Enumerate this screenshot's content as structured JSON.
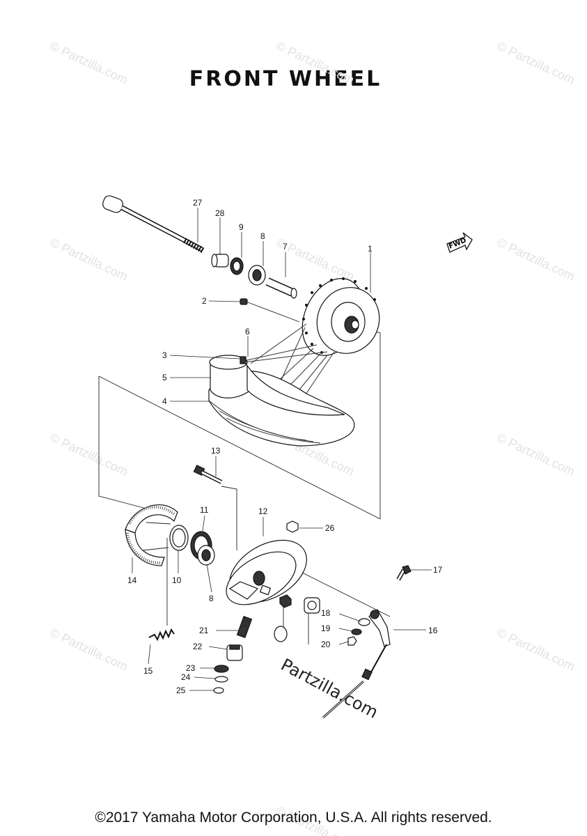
{
  "title": "FRONT WHEEL",
  "fwd_label": "FWD",
  "watermark": "© Partzilla.com",
  "brand_watermark": "Partzilla.com",
  "copyright": "©2017 Yamaha Motor Corporation, U.S.A. All rights reserved.",
  "callouts": [
    "1",
    "2",
    "3",
    "4",
    "5",
    "6",
    "7",
    "8",
    "8",
    "9",
    "10",
    "11",
    "12",
    "13",
    "14",
    "15",
    "16",
    "17",
    "18",
    "19",
    "20",
    "21",
    "22",
    "23",
    "24",
    "25",
    "26",
    "27",
    "28"
  ]
}
